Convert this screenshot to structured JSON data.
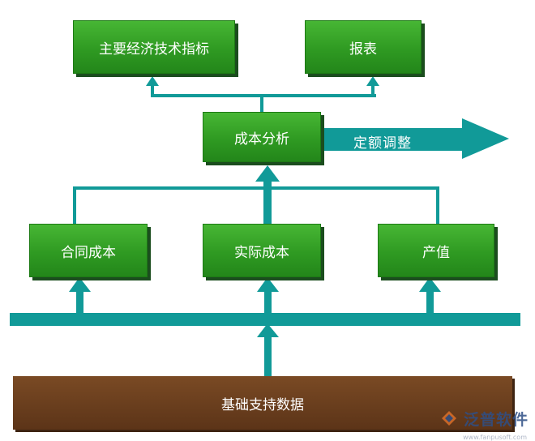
{
  "nodes": {
    "economic_indicators": "主要经济技术指标",
    "reports": "报表",
    "cost_analysis": "成本分析",
    "quota_adjustment": "定额调整",
    "contract_cost": "合同成本",
    "actual_cost": "实际成本",
    "output_value": "产值",
    "base_data": "基础支持数据"
  },
  "watermark": {
    "brand": "泛普软件",
    "url": "www.fanpusoft.com",
    "logo_icon": "fanpu-logo-icon"
  },
  "colors": {
    "box_green": "#2f9a22",
    "connector_teal": "#119a98",
    "base_brown": "#6b3f1e"
  }
}
